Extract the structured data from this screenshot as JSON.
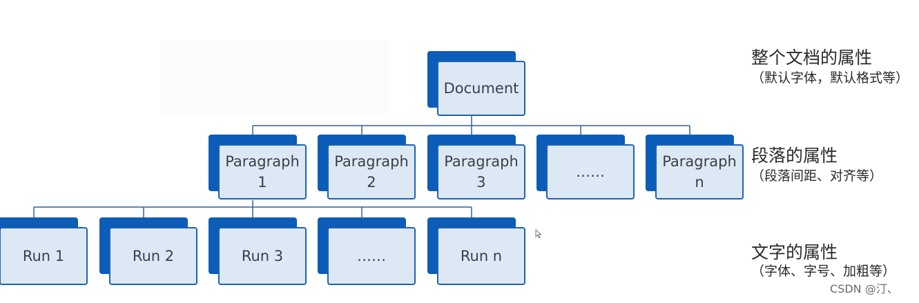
{
  "root": {
    "label": "Document"
  },
  "paragraphs": [
    {
      "label": "Paragraph\n1"
    },
    {
      "label": "Paragraph\n2"
    },
    {
      "label": "Paragraph\n3"
    },
    {
      "label": "……"
    },
    {
      "label": "Paragraph\nn"
    }
  ],
  "runs": [
    {
      "label": "Run 1"
    },
    {
      "label": "Run 2"
    },
    {
      "label": "Run 3"
    },
    {
      "label": "……"
    },
    {
      "label": "Run n"
    }
  ],
  "captions": {
    "document": {
      "title": "整个文档的属性",
      "sub": "（默认字体，默认格式等）"
    },
    "paragraph": {
      "title": "段落的属性",
      "sub": "（段落间距、对齐等）"
    },
    "run": {
      "title": "文字的属性",
      "sub": "（字体、字号、加粗等）"
    }
  },
  "watermark": "CSDN @汀、",
  "colors": {
    "box_back": "#0b5db8",
    "box_front": "#dde8f5",
    "box_border": "#1a62b3",
    "connector": "#2f5f97"
  }
}
